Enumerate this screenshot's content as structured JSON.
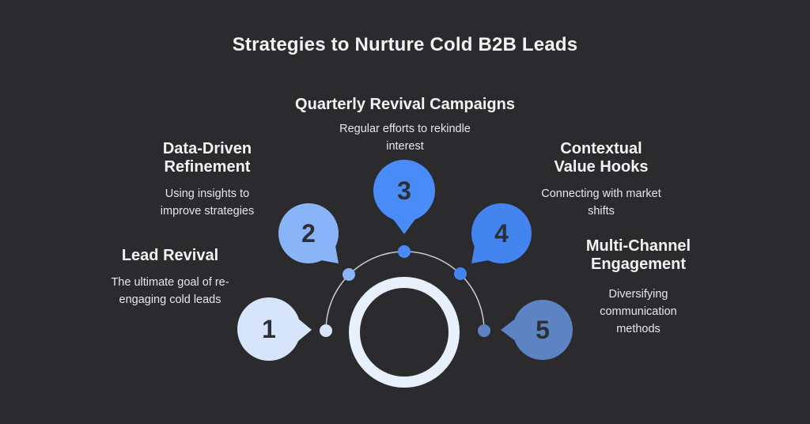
{
  "title": "Strategies to Nurture Cold B2B Leads",
  "colors": {
    "background": "#2b2b2d",
    "title_text": "#f2f3f4",
    "subtitle_text": "#e6e7ea",
    "number_text": "#2c3036",
    "center_ring": "#e8f0fe",
    "arc_line": "#c9ccd1"
  },
  "items": [
    {
      "number": "1",
      "heading": "Lead Revival",
      "description": "The ultimate goal of re-engaging cold leads",
      "color": "#d6e4fc"
    },
    {
      "number": "2",
      "heading": "Data-Driven Refinement",
      "description": "Using insights to improve strategies",
      "color": "#8ab4f8"
    },
    {
      "number": "3",
      "heading": "Quarterly Revival Campaigns",
      "description": "Regular efforts to rekindle interest",
      "color": "#4a8cf7"
    },
    {
      "number": "4",
      "heading": "Contextual Value Hooks",
      "description": "Connecting with market shifts",
      "color": "#4384ef"
    },
    {
      "number": "5",
      "heading": "Multi-Channel Engagement",
      "description": "Diversifying communication methods",
      "color": "#5d83c3"
    }
  ]
}
